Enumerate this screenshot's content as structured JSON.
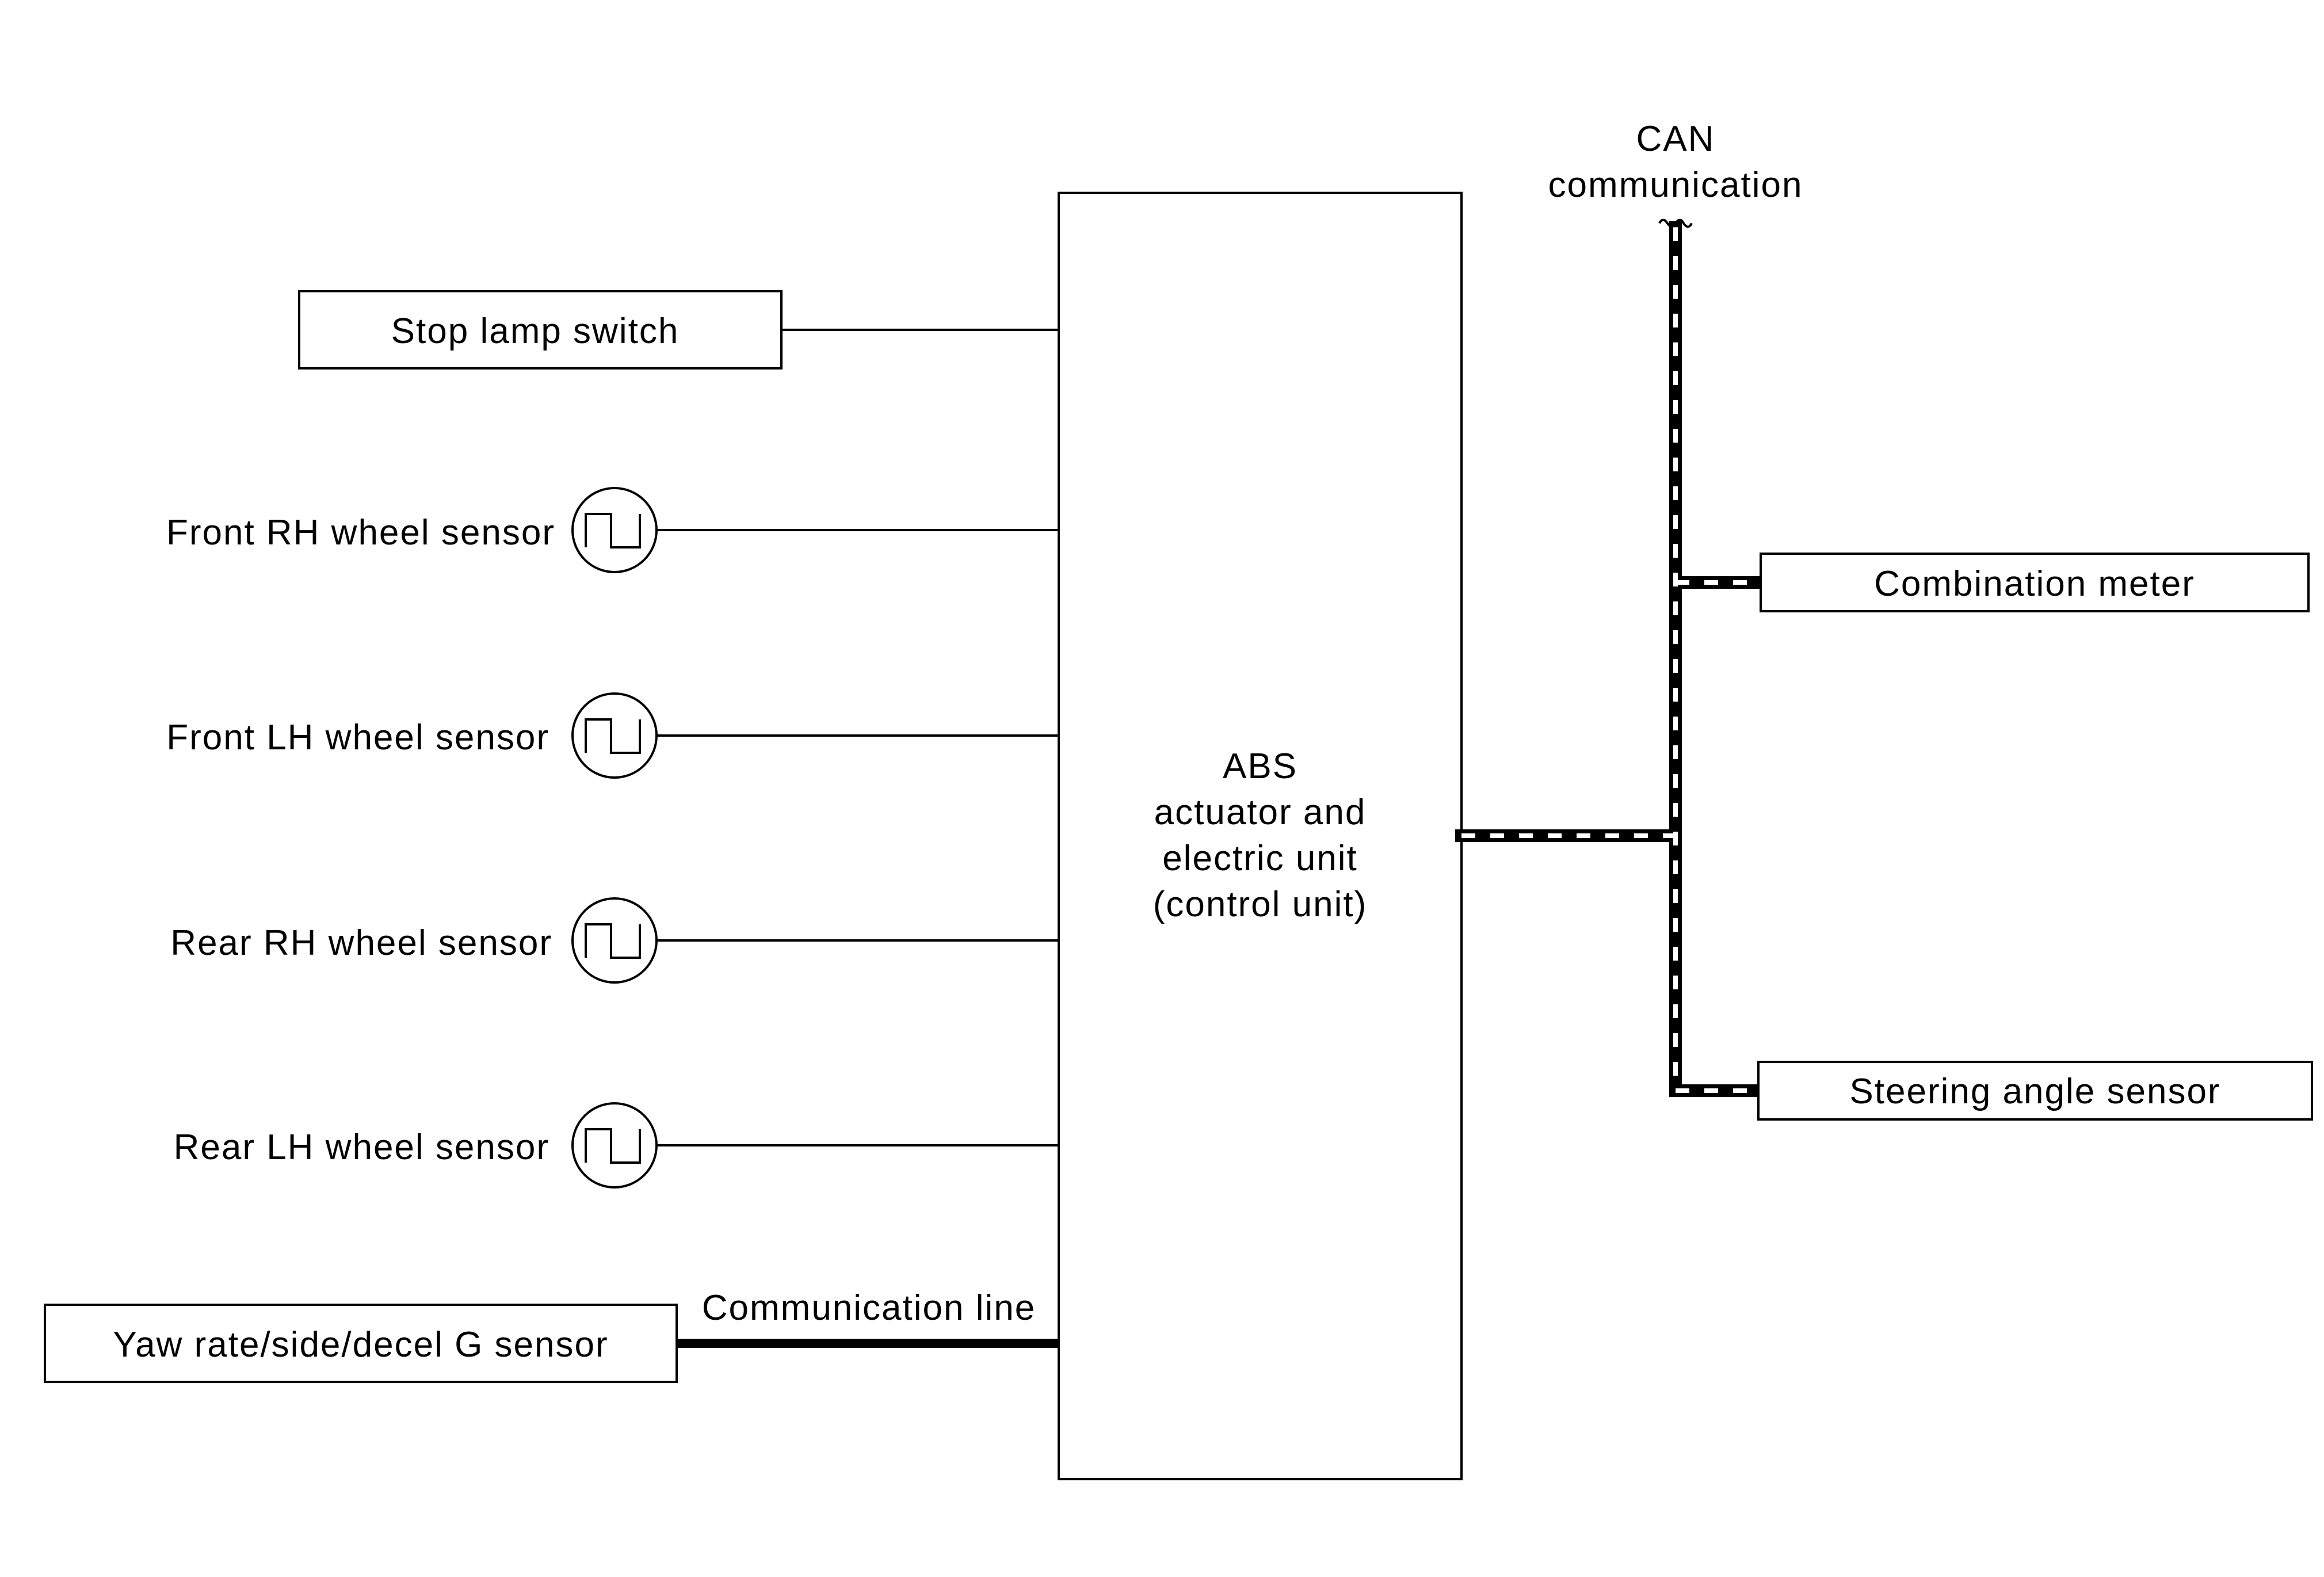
{
  "control_unit": {
    "line1": "ABS",
    "line2": "actuator and",
    "line3": "electric unit",
    "line4": "(control unit)"
  },
  "stop_lamp_switch": "Stop lamp switch",
  "wheel_sensors": {
    "front_rh": "Front RH wheel sensor",
    "front_lh": "Front LH wheel sensor",
    "rear_rh": "Rear RH wheel sensor",
    "rear_lh": "Rear LH wheel sensor"
  },
  "yaw_sensor": "Yaw rate/side/decel G sensor",
  "communication_line": "Communication line",
  "can": {
    "line1": "CAN",
    "line2": "communication"
  },
  "combination_meter": "Combination meter",
  "steering_angle_sensor": "Steering angle sensor"
}
